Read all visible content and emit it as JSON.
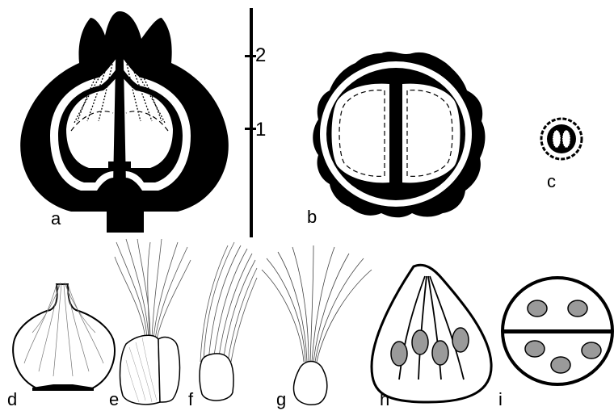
{
  "figure": {
    "panel_labels": {
      "a": "a",
      "b": "b",
      "c": "c",
      "d": "d",
      "e": "e",
      "f": "f",
      "g": "g",
      "h": "h",
      "i": "i"
    },
    "scale_bar": {
      "ticks": [
        "2",
        "1"
      ]
    }
  },
  "colors": {
    "ink": "#000000",
    "paper": "#ffffff",
    "ovule_fill": "#9a9a9a",
    "hair": "#555555"
  }
}
